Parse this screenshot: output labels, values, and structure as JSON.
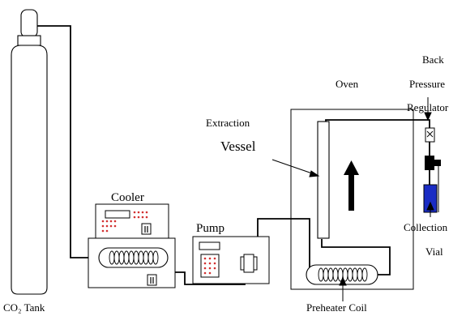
{
  "diagram": {
    "labels": {
      "co2_tank": "CO₂ Tank",
      "cooler": "Cooler",
      "pump": "Pump",
      "oven": "Oven",
      "extraction_line1": "Extraction",
      "extraction_line2": "Vessel",
      "bpr_line1": "Back",
      "bpr_line2": "Pressure",
      "bpr_line3": "Regulator",
      "collection_line1": "Collection",
      "collection_line2": "Vial",
      "preheater": "Preheater Coil"
    },
    "colors": {
      "line": "#000000",
      "vial_liquid": "#1a2cc4",
      "device_dots": "#d23030",
      "fill": "#ffffff"
    }
  }
}
